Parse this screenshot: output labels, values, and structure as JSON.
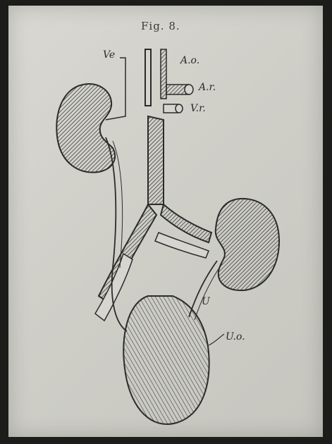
{
  "figure": {
    "title": "Fig. 8.",
    "labels": {
      "ve": "Ve",
      "ao": "A.o.",
      "ar": "A.r.",
      "vr": "V.r.",
      "u": "U",
      "uo": "U.o."
    }
  },
  "colors": {
    "paper": "#d6d5cf",
    "ink": "#2b2b29",
    "border": "#1c1c1a"
  }
}
